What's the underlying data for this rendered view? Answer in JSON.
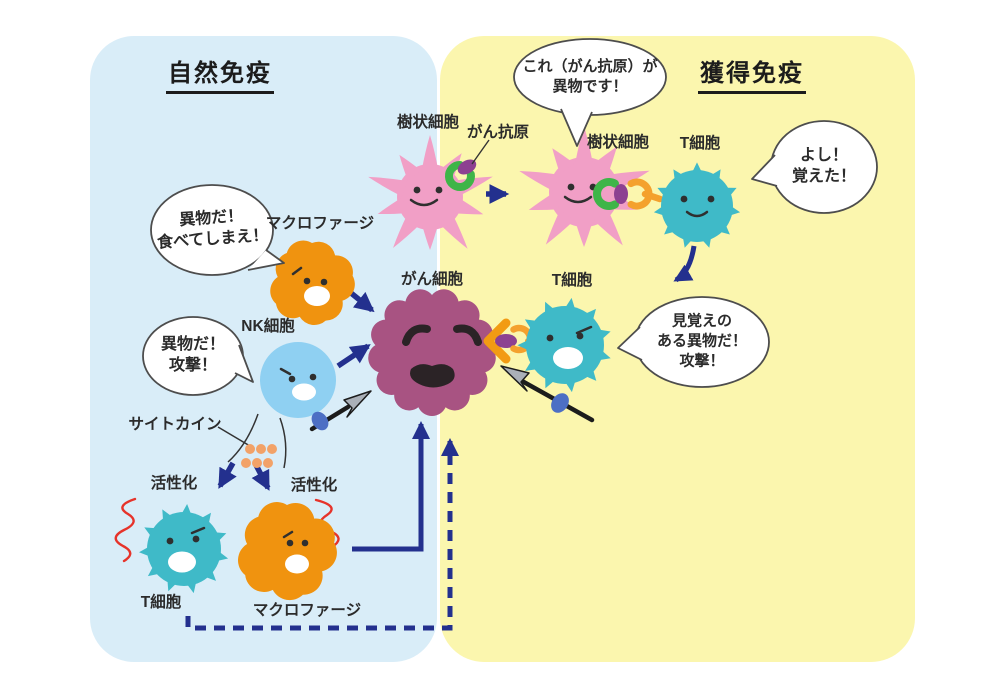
{
  "titles": {
    "innate": "自然免疫",
    "acquired": "獲得免疫"
  },
  "labels": {
    "dendritic_1": "樹状細胞",
    "cancer_antigen": "がん抗原",
    "dendritic_2": "樹状細胞",
    "t_cell_top": "T細胞",
    "macrophage_top": "マクロファージ",
    "cancer_cell": "がん細胞",
    "t_cell_mid": "T細胞",
    "nk_cell": "NK細胞",
    "cytokine": "サイトカイン",
    "activation_left": "活性化",
    "activation_right": "活性化",
    "t_cell_bottom": "T細胞",
    "macrophage_bottom": "マクロファージ"
  },
  "bubbles": {
    "identify": {
      "line1": "これ（がん抗原）が",
      "line2": "異物です！"
    },
    "memorized": {
      "line1": "よし！",
      "line2": "覚えた！"
    },
    "eat": {
      "line1": "異物だ！",
      "line2": "食べてしまえ！"
    },
    "nk_attack": {
      "line1": "異物だ！",
      "line2": "攻撃！"
    },
    "t_attack": {
      "line1": "見覚えの",
      "line2": "ある異物だ！",
      "line3": "攻撃！"
    }
  },
  "colors": {
    "panel_innate": "#d9edf8",
    "panel_acquired": "#fbf6ae",
    "dendritic_cell": "#f19fc6",
    "macrophage": "#f0930f",
    "nk_cell": "#8fd0f2",
    "t_cell": "#3fbac8",
    "cancer_cell": "#a85382",
    "arrow_navy": "#23308e",
    "cytokine_dot": "#f2a268",
    "alert_red": "#e6332a",
    "antigen_purple": "#8d4191",
    "receptor_green": "#3eb548",
    "receptor_orange": "#f4a12d",
    "spear_gray": "#aab0b8",
    "hand_blue": "#4d6fc4",
    "outline": "#4d4d4d"
  }
}
